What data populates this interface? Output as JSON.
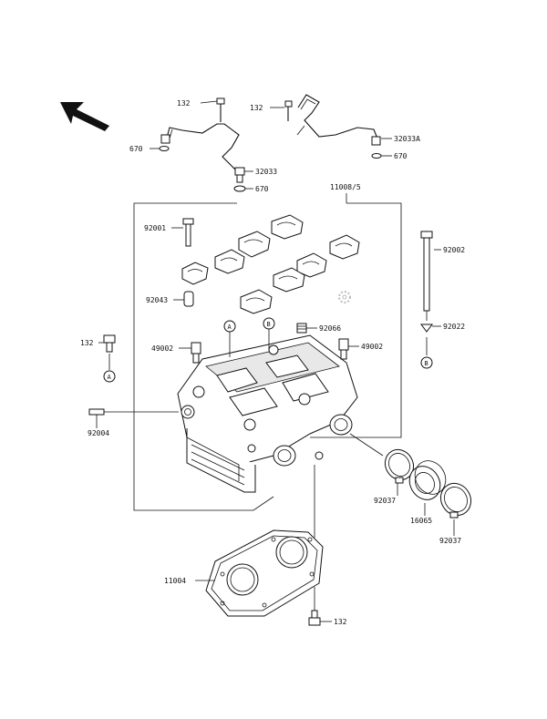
{
  "diagram": {
    "parts": {
      "bolt_top_left": "132",
      "bolt_top_right": "132",
      "oring_left": "670",
      "hose_left": "32033",
      "oring_left_bottom": "670",
      "hose_right": "32033A",
      "oring_right": "670",
      "assembly": "11008/5",
      "bolt_92001": "92001",
      "dowel_92043": "92043",
      "stud_92002": "92002",
      "washer_92022": "92022",
      "plug_92066": "92066",
      "sensor_left": "49002",
      "sensor_right": "49002",
      "bolt_left": "132",
      "stud_92004": "92004",
      "clamp_left": "92037",
      "holder": "16065",
      "clamp_right": "92037",
      "gasket": "11004",
      "bolt_bottom": "132"
    },
    "callouts": {
      "a_left": "A",
      "a_top": "A",
      "b_top": "B",
      "b_right": "B"
    }
  }
}
